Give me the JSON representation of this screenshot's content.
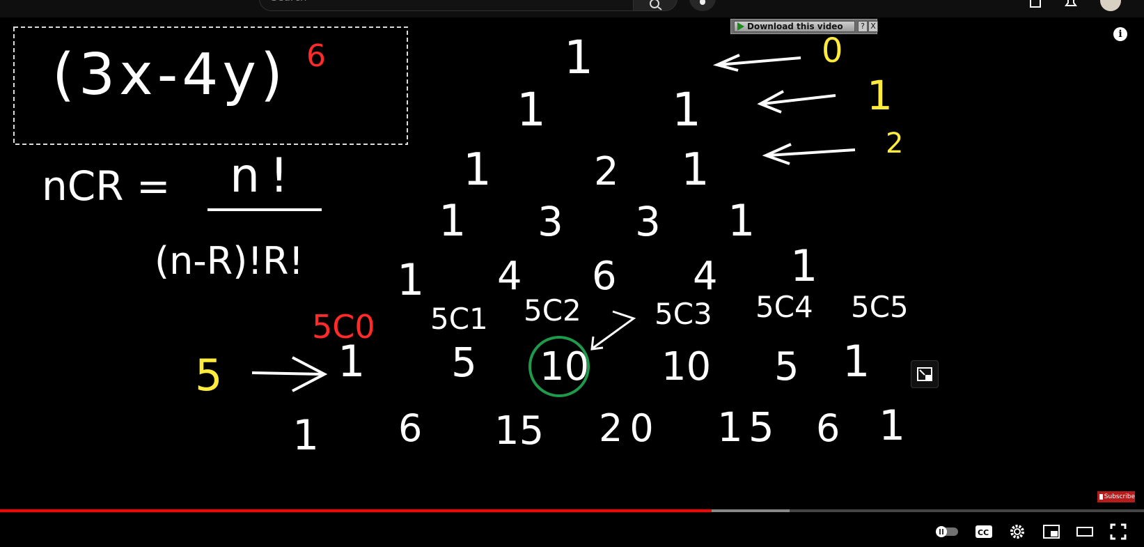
{
  "header": {
    "search_placeholder": "Search"
  },
  "addon": {
    "download_label": "Download this video",
    "help_label": "?",
    "close_label": "X"
  },
  "player": {
    "info_label": "i",
    "subscribe_label": "Subscribe",
    "progress": {
      "played_fraction": 0.622,
      "buffered_fraction": 0.69
    },
    "colors": {
      "played": "#ff0000",
      "buffered": "#888888",
      "track": "#444444"
    },
    "controls": [
      {
        "name": "autoplay-toggle-icon"
      },
      {
        "name": "captions-icon",
        "label": "CC"
      },
      {
        "name": "settings-gear-icon"
      },
      {
        "name": "miniplayer-icon"
      },
      {
        "name": "theater-mode-icon"
      },
      {
        "name": "fullscreen-icon"
      }
    ]
  },
  "board": {
    "binomial": "(3x-4y)",
    "exponent": "6",
    "formula_lhs": "nCR =",
    "formula_num": "n!",
    "formula_den": "(n-R)!R!",
    "row_labels": [
      "0",
      "1",
      "2",
      "5"
    ],
    "rows": [
      [
        "1"
      ],
      [
        "1",
        "1"
      ],
      [
        "1",
        "2",
        "1"
      ],
      [
        "1",
        "3",
        "3",
        "1"
      ],
      [
        "1",
        "4",
        "6",
        "4",
        "1"
      ],
      [
        "1",
        "5",
        "10",
        "10",
        "5",
        "1"
      ],
      [
        "1",
        "6",
        "15",
        "20",
        "15",
        "6",
        "1"
      ]
    ],
    "combinations": [
      "5C0",
      "5C1",
      "5C2",
      "5C3",
      "5C4",
      "5C5"
    ]
  }
}
